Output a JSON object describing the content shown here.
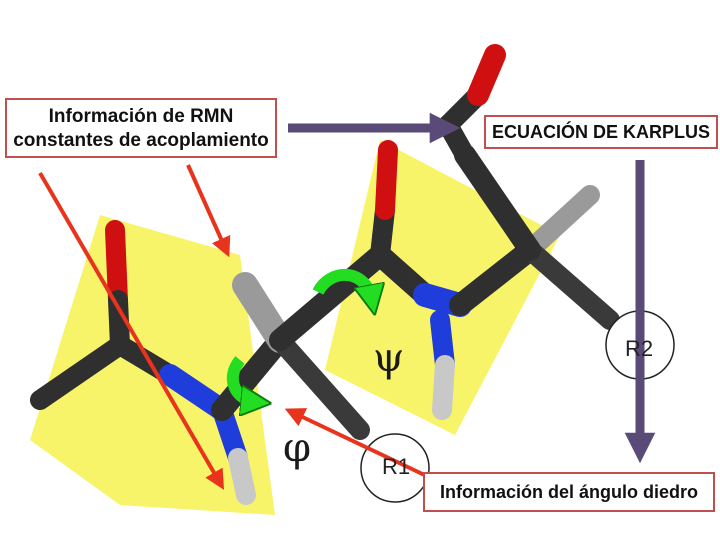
{
  "labels": {
    "rmn_line1": "Información de RMN",
    "rmn_line2": "constantes de acoplamiento",
    "karplus": "ECUACIÓN DE KARPLUS",
    "diedro": "Información del ángulo diedro"
  },
  "angles": {
    "psi": "ψ",
    "phi": "φ"
  },
  "residues": {
    "r1": "R1",
    "r2": "R2"
  },
  "colors": {
    "plane": "#f7f35a",
    "carbon": "#2f2f2f",
    "oxygen": "#d01010",
    "nitrogen": "#1f3ddb",
    "hydrogen": "#c8c8c8",
    "rotation_arrow": "#22dd22",
    "pointer_arrow": "#e8341c",
    "flow_arrow": "#5a4a78",
    "box_border": "#c0504d"
  }
}
